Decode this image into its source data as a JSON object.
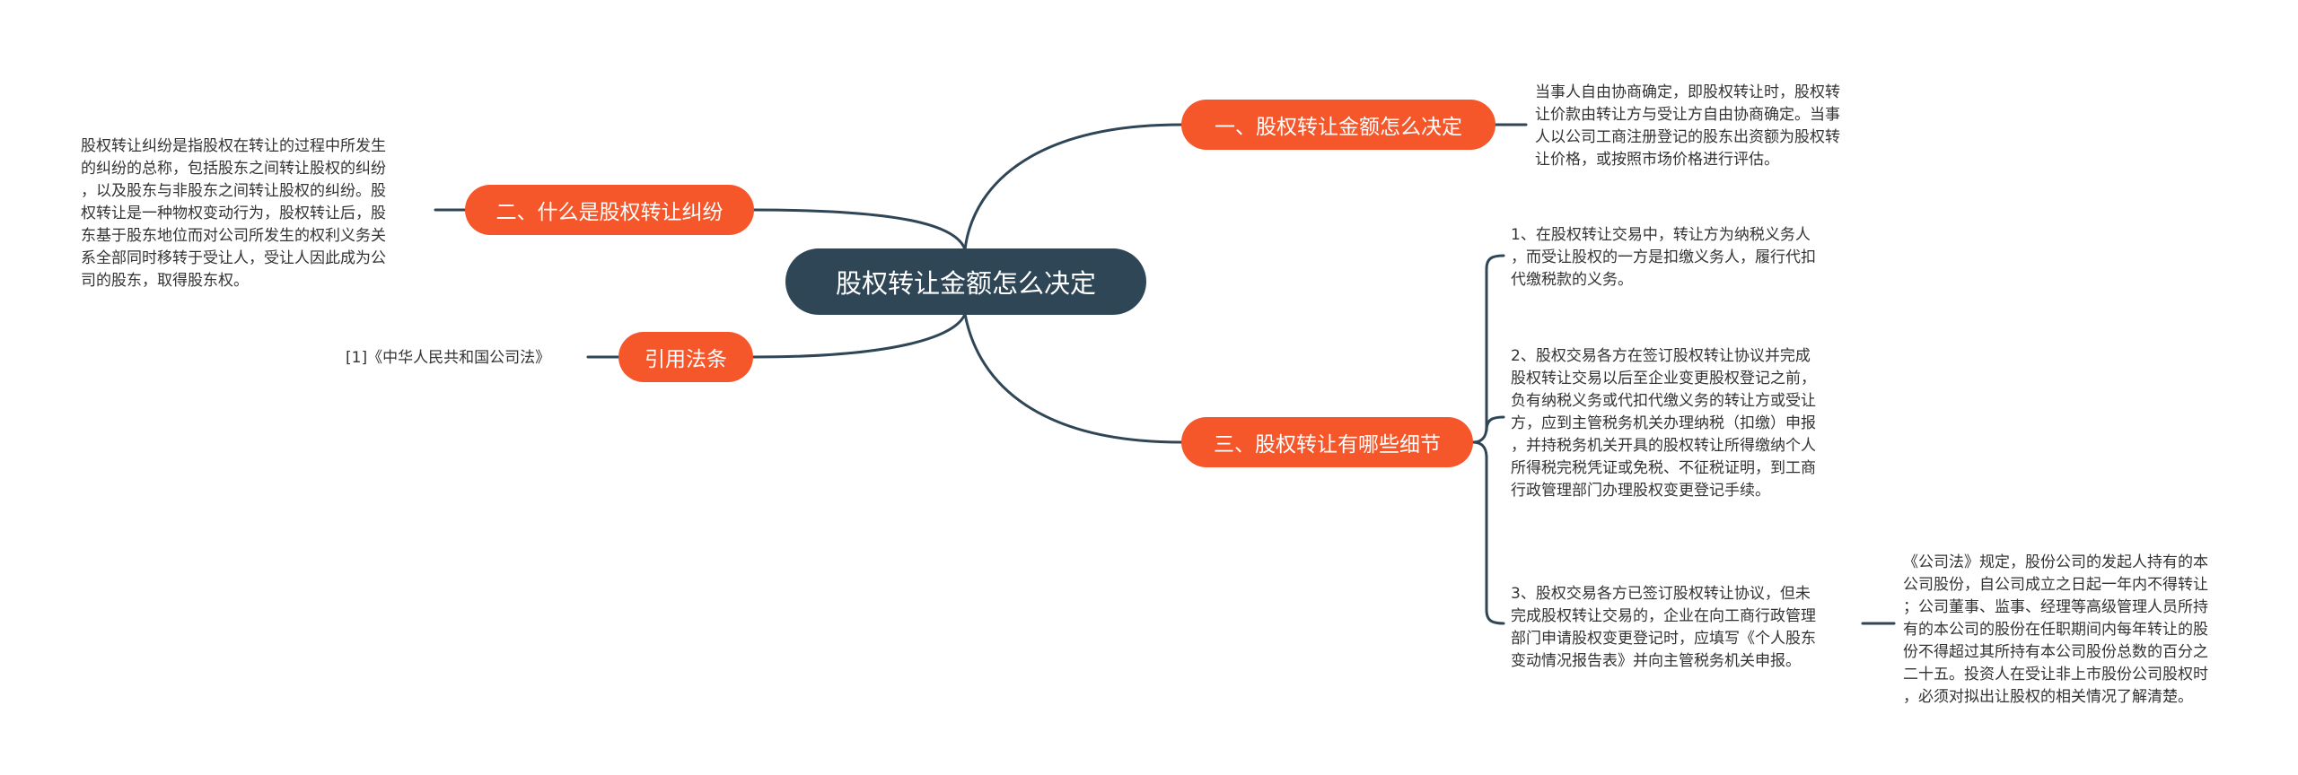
{
  "root": {
    "label": "股权转让金额怎么决定"
  },
  "branches": [
    {
      "label": "一、股权转让金额怎么决定"
    },
    {
      "label": "二、什么是股权转让纠纷"
    },
    {
      "label": "引用法条"
    },
    {
      "label": "三、股权转让有哪些细节"
    }
  ],
  "texts": {
    "b1_detail": "当事人自由协商确定，即股权转让时，股权转\n让价款由转让方与受让方自由协商确定。当事\n人以公司工商注册登记的股东出资额为股权转\n让价格，或按照市场价格进行评估。",
    "b2_detail": "股权转让纠纷是指股权在转让的过程中所发生\n的纠纷的总称，包括股东之间转让股权的纠纷\n，以及股东与非股东之间转让股权的纠纷。股\n权转让是一种物权变动行为，股权转让后，股\n东基于股东地位而对公司所发生的权利义务关\n系全部同时移转于受让人，受让人因此成为公\n司的股东，取得股东权。",
    "b3_detail": "[1]《中华人民共和国公司法》",
    "b4_item1": "1、在股权转让交易中，转让方为纳税义务人\n，而受让股权的一方是扣缴义务人，履行代扣\n代缴税款的义务。",
    "b4_item2": "2、股权交易各方在签订股权转让协议并完成\n股权转让交易以后至企业变更股权登记之前，\n负有纳税义务或代扣代缴义务的转让方或受让\n方，应到主管税务机关办理纳税（扣缴）申报\n，并持税务机关开具的股权转让所得缴纳个人\n所得税完税凭证或免税、不征税证明，到工商\n行政管理部门办理股权变更登记手续。",
    "b4_item3": "3、股权交易各方已签订股权转让协议，但未\n完成股权转让交易的，企业在向工商行政管理\n部门申请股权变更登记时，应填写《个人股东\n变动情况报告表》并向主管税务机关申报。",
    "b4_item3_sub": "《公司法》规定，股份公司的发起人持有的本\n公司股份，自公司成立之日起一年内不得转让\n；公司董事、监事、经理等高级管理人员所持\n有的本公司的股份在任职期间内每年转让的股\n份不得超过其所持有本公司股份总数的百分之\n二十五。投资人在受让非上市股份公司股权时\n，必须对拟出让股权的相关情况了解清楚。"
  },
  "colors": {
    "root_bg": "#2f4657",
    "branch_bg": "#f5562a",
    "line": "#2f4657",
    "text": "#333333"
  }
}
